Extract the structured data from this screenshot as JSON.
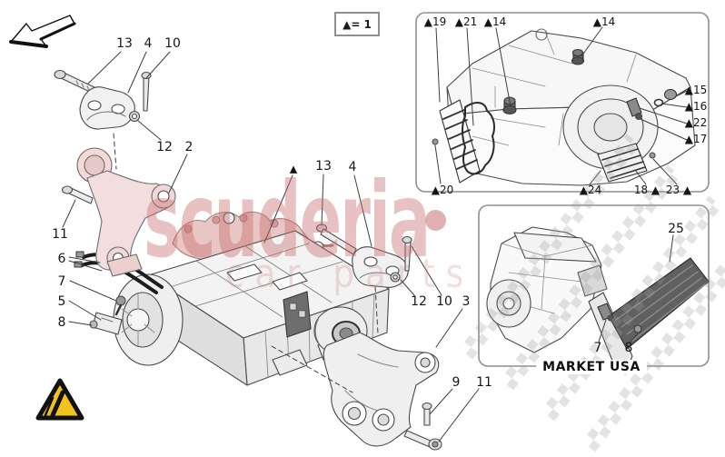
{
  "legend": {
    "label": "▲= 1"
  },
  "watermark": {
    "brand": "scuderia",
    "subtext": "car parts",
    "pink": "#c96f6f"
  },
  "icons": {
    "direction_arrow": "arrow-down-left",
    "hazard_triangle": "warning-triangle",
    "triangle_marker": "▲"
  },
  "colors": {
    "hazard_yellow": "#f2c21d",
    "highlight_pink": "#e9c6c6",
    "line_art_gray": "#4a4a4a"
  },
  "main_diagram": {
    "callouts": [
      "13",
      "4",
      "10",
      "12",
      "2",
      "11",
      "6",
      "7",
      "5",
      "8",
      "▲",
      "13",
      "4",
      "12",
      "10",
      "3",
      "9",
      "11"
    ]
  },
  "inset_engine": {
    "callouts": [
      "▲19",
      "▲21",
      "▲14",
      "▲14",
      "▲15",
      "▲16",
      "▲22",
      "▲17",
      "▲20",
      "▲24",
      "18 ▲",
      "23 ▲"
    ]
  },
  "inset_market": {
    "caption": "MARKET USA",
    "callouts": [
      "25",
      "7",
      "8"
    ]
  }
}
